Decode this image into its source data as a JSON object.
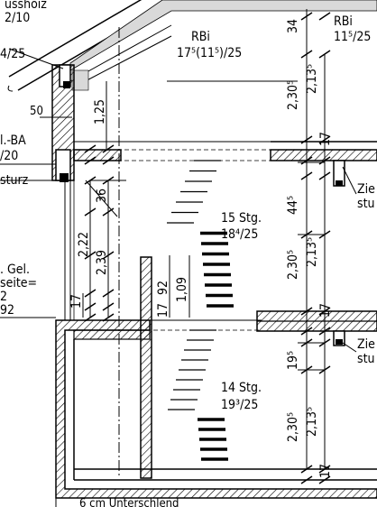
{
  "labels": {
    "purlin_top": "usshoiz",
    "purlin_size": "2/10",
    "left_dim_top": "4/25",
    "left_50": "50",
    "ba_label": "l.-BA",
    "ba_size": "/20",
    "lintel": "sturz",
    "gel_1": ". Gel.",
    "gel_2": "seite=",
    "gel_3": "2",
    "gel_4": "92",
    "rbi_left": "RBi",
    "rbi_left_dim": "17⁵(11⁵)/25",
    "rbi_right": "RBi",
    "rbi_right_dim": "11⁵/25",
    "zie_1": "Zie",
    "stu_1": "stu",
    "zie_2": "Zie",
    "stu_2": "stu",
    "stairs_upper_count": "15 Stg.",
    "stairs_upper_dim": "18⁴/25",
    "stairs_lower_count": "14 Stg.",
    "stairs_lower_dim": "19³/25",
    "bottom_note": "6 cm Unterschlend"
  },
  "dims": {
    "d125": "1,25",
    "d36": "36",
    "d222": "2,22",
    "d239": "2,39",
    "d17a": "17",
    "d17b": "17",
    "d92": "92",
    "d109": "1,09",
    "d34": "34",
    "d2305a": "2,30⁵",
    "d2135a": "2,13⁵",
    "d17c": "17",
    "d445": "44⁵",
    "d2305b": "2,30⁵",
    "d2135b": "2,13⁵",
    "d17d": "17",
    "d195": "19⁵",
    "d2305c": "2,30⁵",
    "d2135c": "2,13⁵",
    "d17e": "17"
  },
  "colors": {
    "line": "#000000",
    "hatch": "#000000",
    "fill_gray": "#d9d9d9"
  }
}
